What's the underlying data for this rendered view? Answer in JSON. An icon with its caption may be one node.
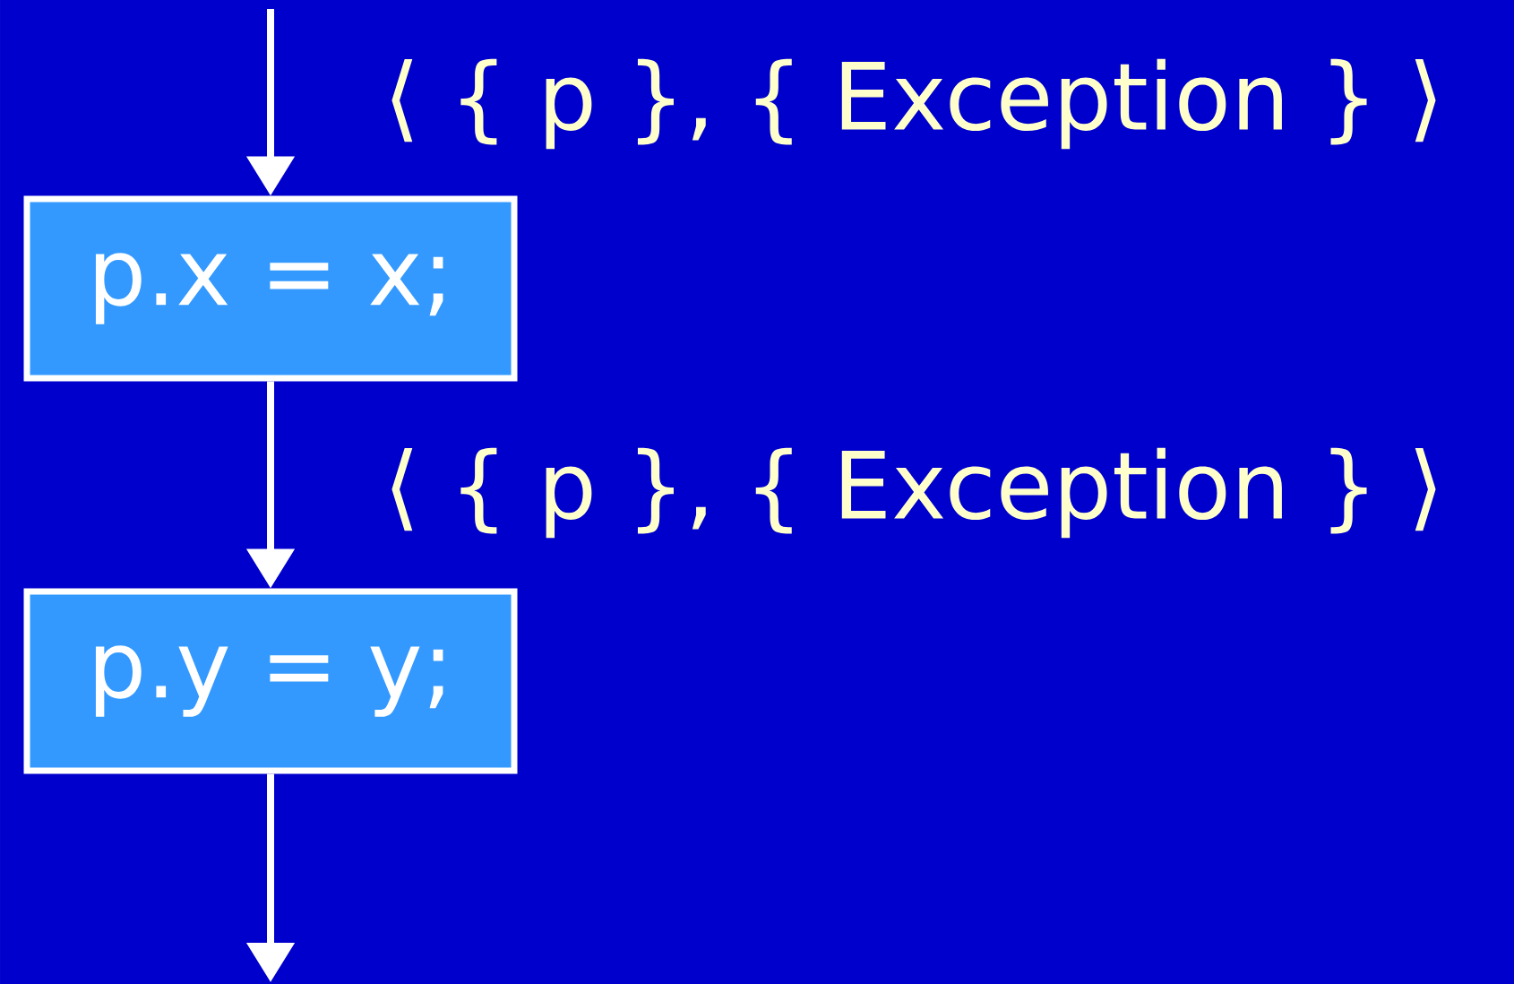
{
  "diagram": {
    "nodes": [
      {
        "text": [
          "p.x = x;"
        ]
      },
      {
        "text": [
          "p.y = y;"
        ]
      }
    ],
    "edges": [
      {
        "from": null,
        "to": 0,
        "arrow": "to",
        "label": "⟨ { p }, { Exception } ⟩"
      },
      {
        "from": 0,
        "to": 1,
        "arrow": "to",
        "label": "⟨ { p }, { Exception } ⟩"
      },
      {
        "from": 1,
        "to": null,
        "arrow": "to"
      }
    ]
  }
}
